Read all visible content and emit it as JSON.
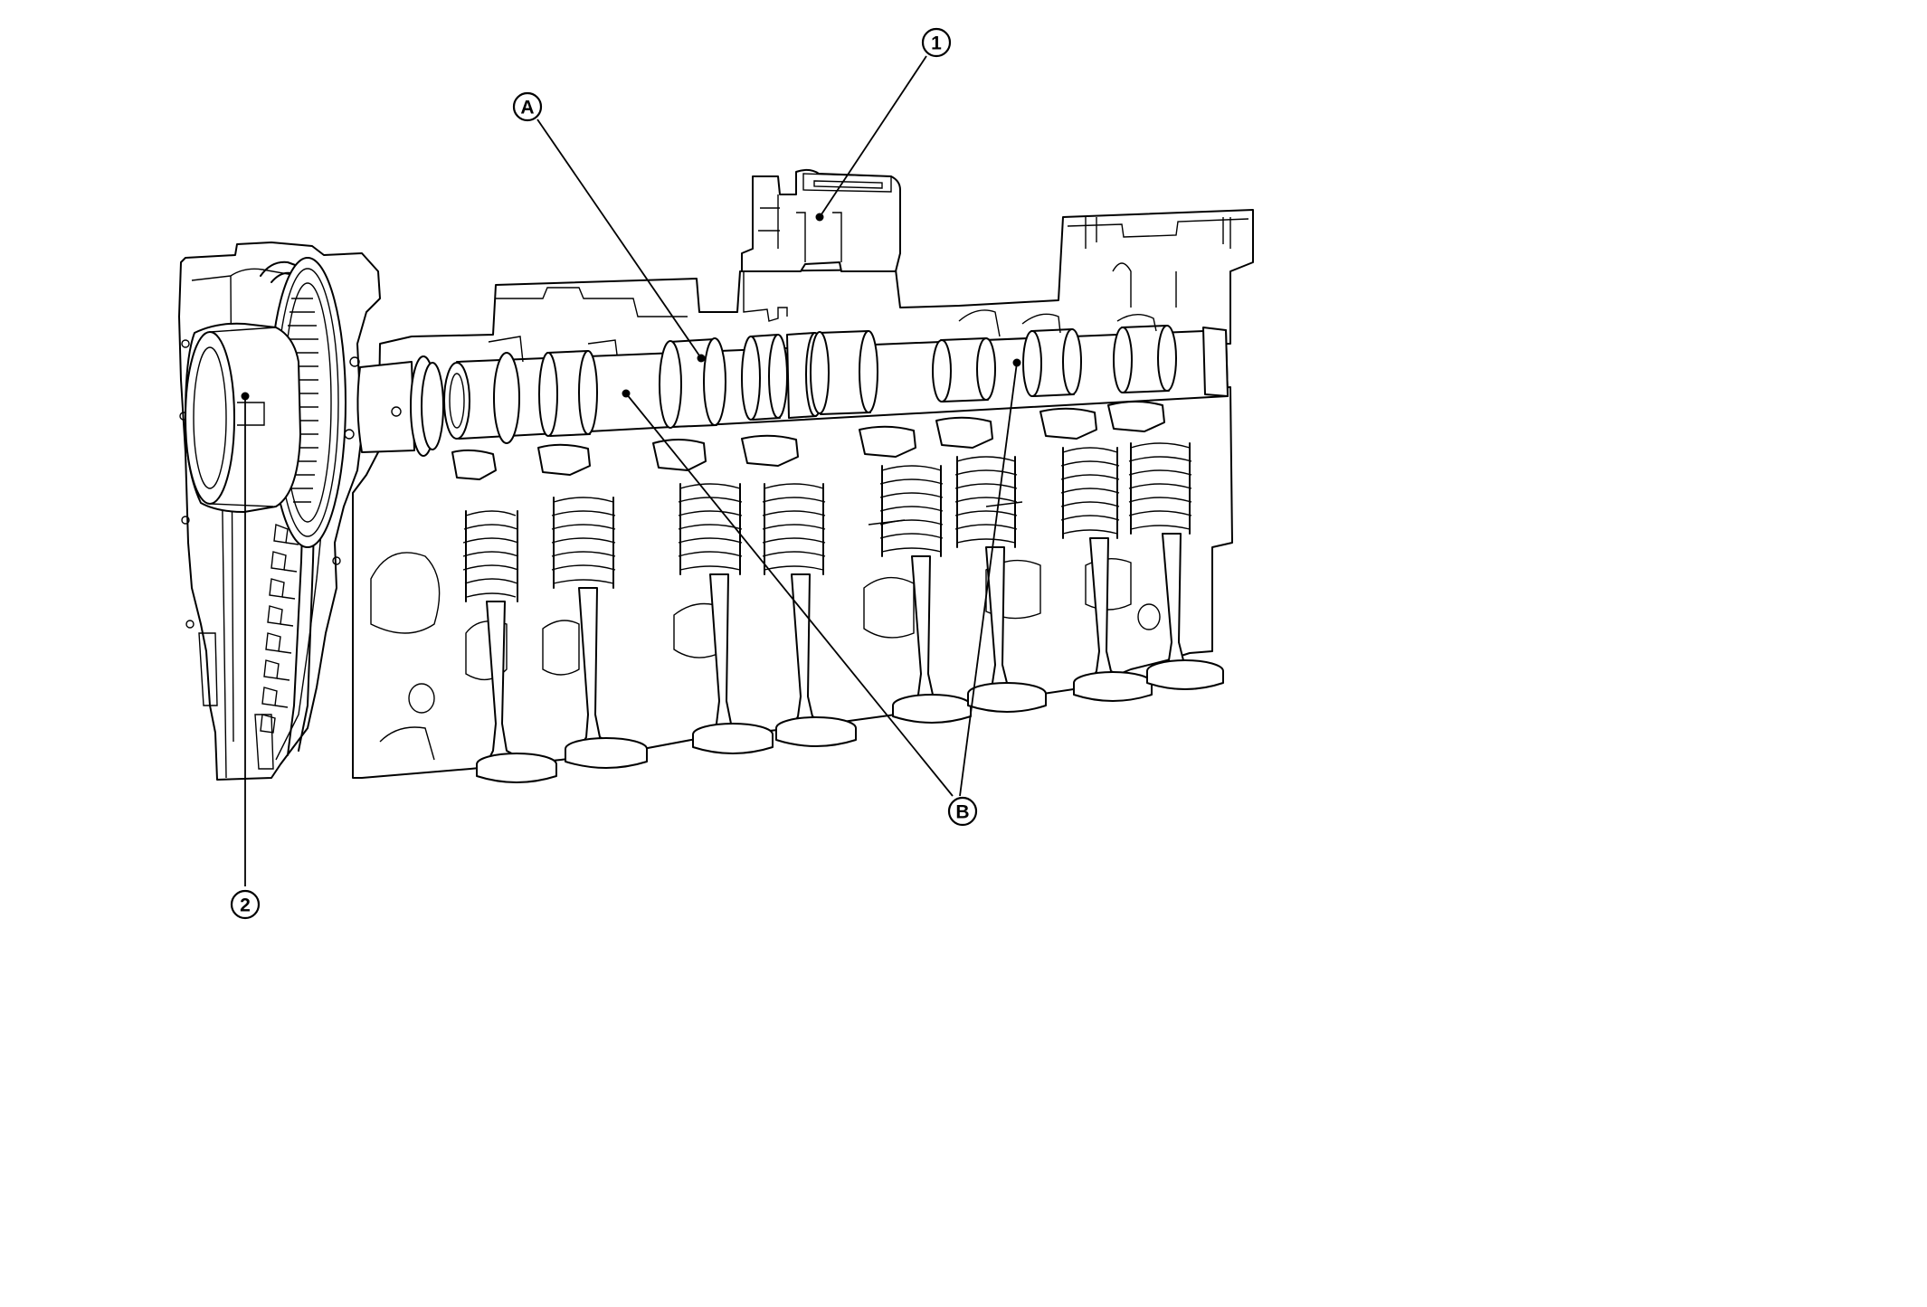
{
  "callouts": {
    "one": "1",
    "two": "2",
    "a": "A",
    "b": "B"
  }
}
